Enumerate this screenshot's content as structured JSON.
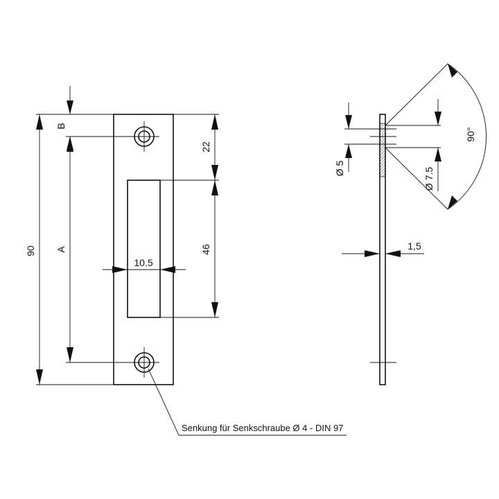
{
  "front_view": {
    "dim_total_height": "90",
    "dim_a": "A",
    "dim_b": "B",
    "dim_top_offset": "22",
    "dim_slot_height": "46",
    "dim_slot_width": "10.5"
  },
  "side_view": {
    "dim_hole_diameter": "Ø 5",
    "dim_countersink_diameter": "Ø 7.5",
    "dim_angle": "90°",
    "dim_thickness": "1,5"
  },
  "note": {
    "countersink_label": "Senkung für Senkschraube Ø 4 - DIN 97"
  }
}
